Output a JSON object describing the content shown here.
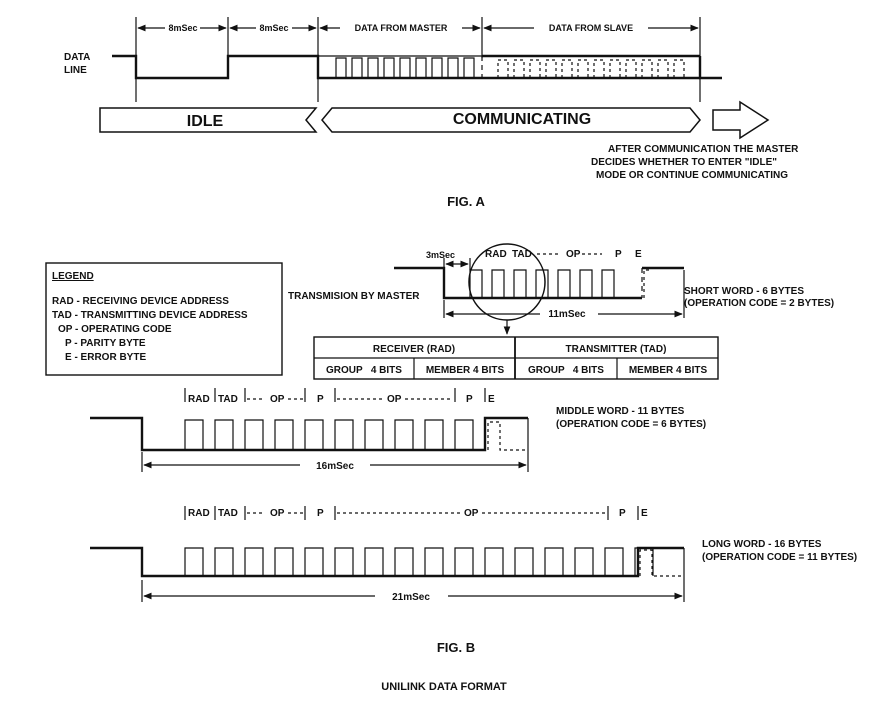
{
  "fig_a": {
    "data_line_1": "DATA",
    "data_line_2": "LINE",
    "dim_8ms_a": "8mSec",
    "dim_8ms_b": "8mSec",
    "data_from_master": "DATA FROM MASTER",
    "data_from_slave": "DATA FROM SLAVE",
    "idle": "IDLE",
    "communicating": "COMMUNICATING",
    "note_1": "AFTER COMMUNICATION THE MASTER",
    "note_2": "DECIDES WHETHER TO ENTER \"IDLE\"",
    "note_3": "MODE OR CONTINUE COMMUNICATING",
    "caption": "FIG. A"
  },
  "legend": {
    "title": "LEGEND",
    "items": [
      "RAD - RECEIVING DEVICE ADDRESS",
      "TAD - TRANSMITTING DEVICE ADDRESS",
      "OP - OPERATING CODE",
      "P - PARITY BYTE",
      "E - ERROR BYTE"
    ]
  },
  "fig_b": {
    "transmission_label": "TRANSMISION BY MASTER",
    "short": {
      "dim_3ms": "3mSec",
      "rad": "RAD",
      "tad": "TAD",
      "op": "OP",
      "p": "P",
      "e": "E",
      "duration": "11mSec",
      "desc_1": "SHORT WORD - 6 BYTES",
      "desc_2": "(OPERATION CODE = 2 BYTES)"
    },
    "table": {
      "receiver_header": "RECEIVER (RAD)",
      "transmitter_header": "TRANSMITTER (TAD)",
      "cells": [
        "GROUP   4 BITS",
        "MEMBER 4 BITS",
        "GROUP   4 BITS",
        "MEMBER 4 BITS"
      ]
    },
    "middle": {
      "rad": "RAD",
      "tad": "TAD",
      "op1": "OP",
      "p1": "P",
      "op2": "OP",
      "p2": "P",
      "e": "E",
      "duration": "16mSec",
      "desc_1": "MIDDLE WORD - 11 BYTES",
      "desc_2": "(OPERATION CODE = 6 BYTES)"
    },
    "long": {
      "rad": "RAD",
      "tad": "TAD",
      "op1": "OP",
      "p1": "P",
      "op2": "OP",
      "p2": "P",
      "e": "E",
      "duration": "21mSec",
      "desc_1": "LONG WORD - 16 BYTES",
      "desc_2": "(OPERATION CODE = 11 BYTES)"
    },
    "caption": "FIG. B",
    "footer": "UNILINK DATA FORMAT"
  }
}
